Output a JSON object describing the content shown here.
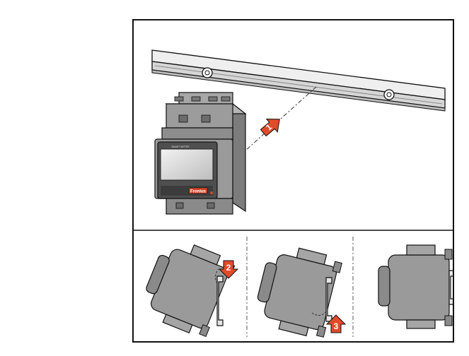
{
  "steps": {
    "step1": "1",
    "step2": "2",
    "step3": "3"
  },
  "meter": {
    "brand": "Fronius",
    "display_caption": "SMART METER"
  },
  "colors": {
    "arrow": "#e04b2a",
    "device_body": "#9a9a9a",
    "device_dark": "#5e5e5e",
    "rail": "#e6e6e6",
    "outline": "#111111"
  }
}
